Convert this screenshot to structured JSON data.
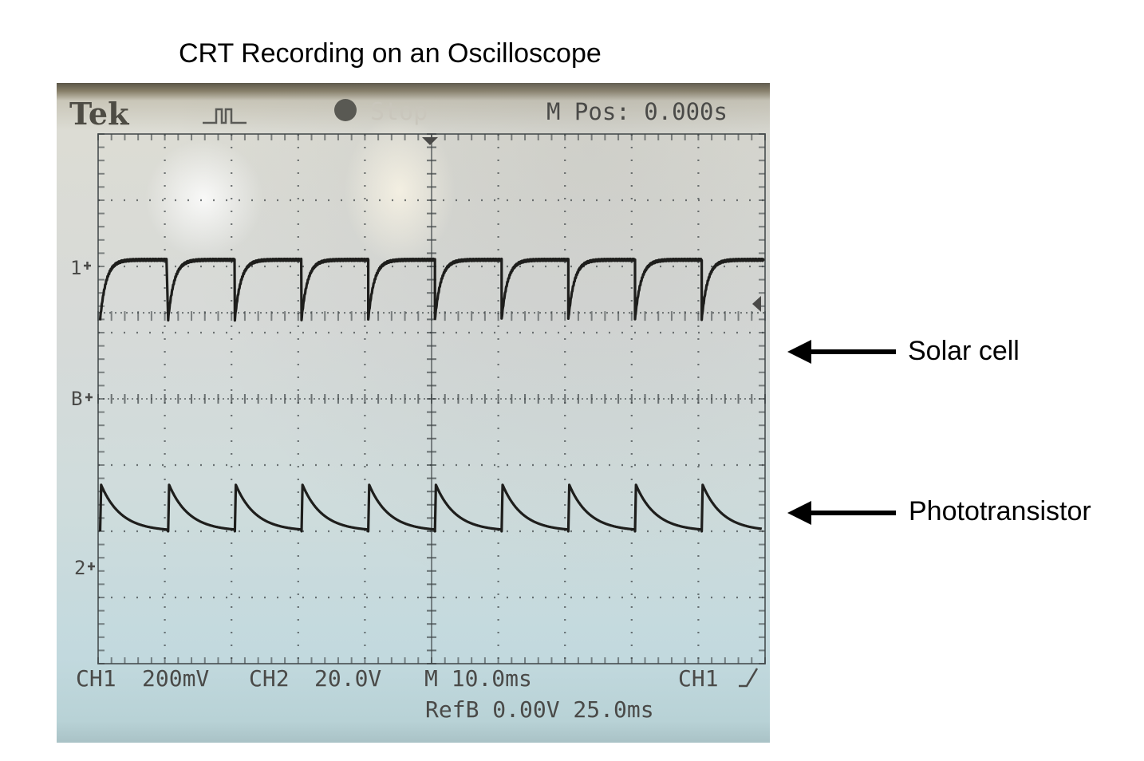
{
  "title": "CRT Recording on an Oscilloscope",
  "scope": {
    "brand": "Tek",
    "status": "Stop",
    "m_pos": "M Pos: 0.000s",
    "ch1_label": "CH1",
    "ch1_scale": "200mV",
    "ch2_label": "CH2",
    "ch2_scale": "20.0V",
    "timebase": "M 10.0ms",
    "trigger": "CH1",
    "ref_b": "RefB 0.00V 25.0ms",
    "marker_1": "1",
    "marker_2": "2",
    "marker_b": "B"
  },
  "annotations": {
    "solar_cell": "Solar cell",
    "phototransistor": "Phototransistor"
  },
  "colors": {
    "trace": "#1e1e1c",
    "grid": "#3e4446",
    "arrow": "#000000"
  },
  "chart_data": {
    "type": "line",
    "title": "CRT Recording on an Oscilloscope",
    "xlabel": "",
    "ylabel": "",
    "grid": true,
    "x_divisions": 10,
    "y_divisions": 8,
    "x_unit_per_div": "10.0ms",
    "xlim_ms": [
      0,
      100
    ],
    "pulse_period_ms": 10,
    "series": [
      {
        "name": "Solar cell",
        "channel": "CH1",
        "scale_per_div": "200mV",
        "waveform": "rising recovery after sharp dip",
        "pulse_start_times_ms": [
          0.3,
          10.5,
          20.5,
          30.5,
          40.5,
          50.5,
          60.5,
          70.5,
          80.5,
          90.5
        ],
        "high_level_div": 2.1,
        "low_level_div": 1.2,
        "reference_level_div": 1.3
      },
      {
        "name": "Phototransistor",
        "channel": "CH2",
        "scale_per_div": "20.0V",
        "waveform": "sharp rise then exponential decay",
        "pulse_start_times_ms": [
          0.3,
          10.5,
          20.5,
          30.5,
          40.5,
          50.5,
          60.5,
          70.5,
          80.5,
          90.5
        ],
        "peak_level_div": -1.3,
        "base_level_div": -2.0
      }
    ]
  }
}
